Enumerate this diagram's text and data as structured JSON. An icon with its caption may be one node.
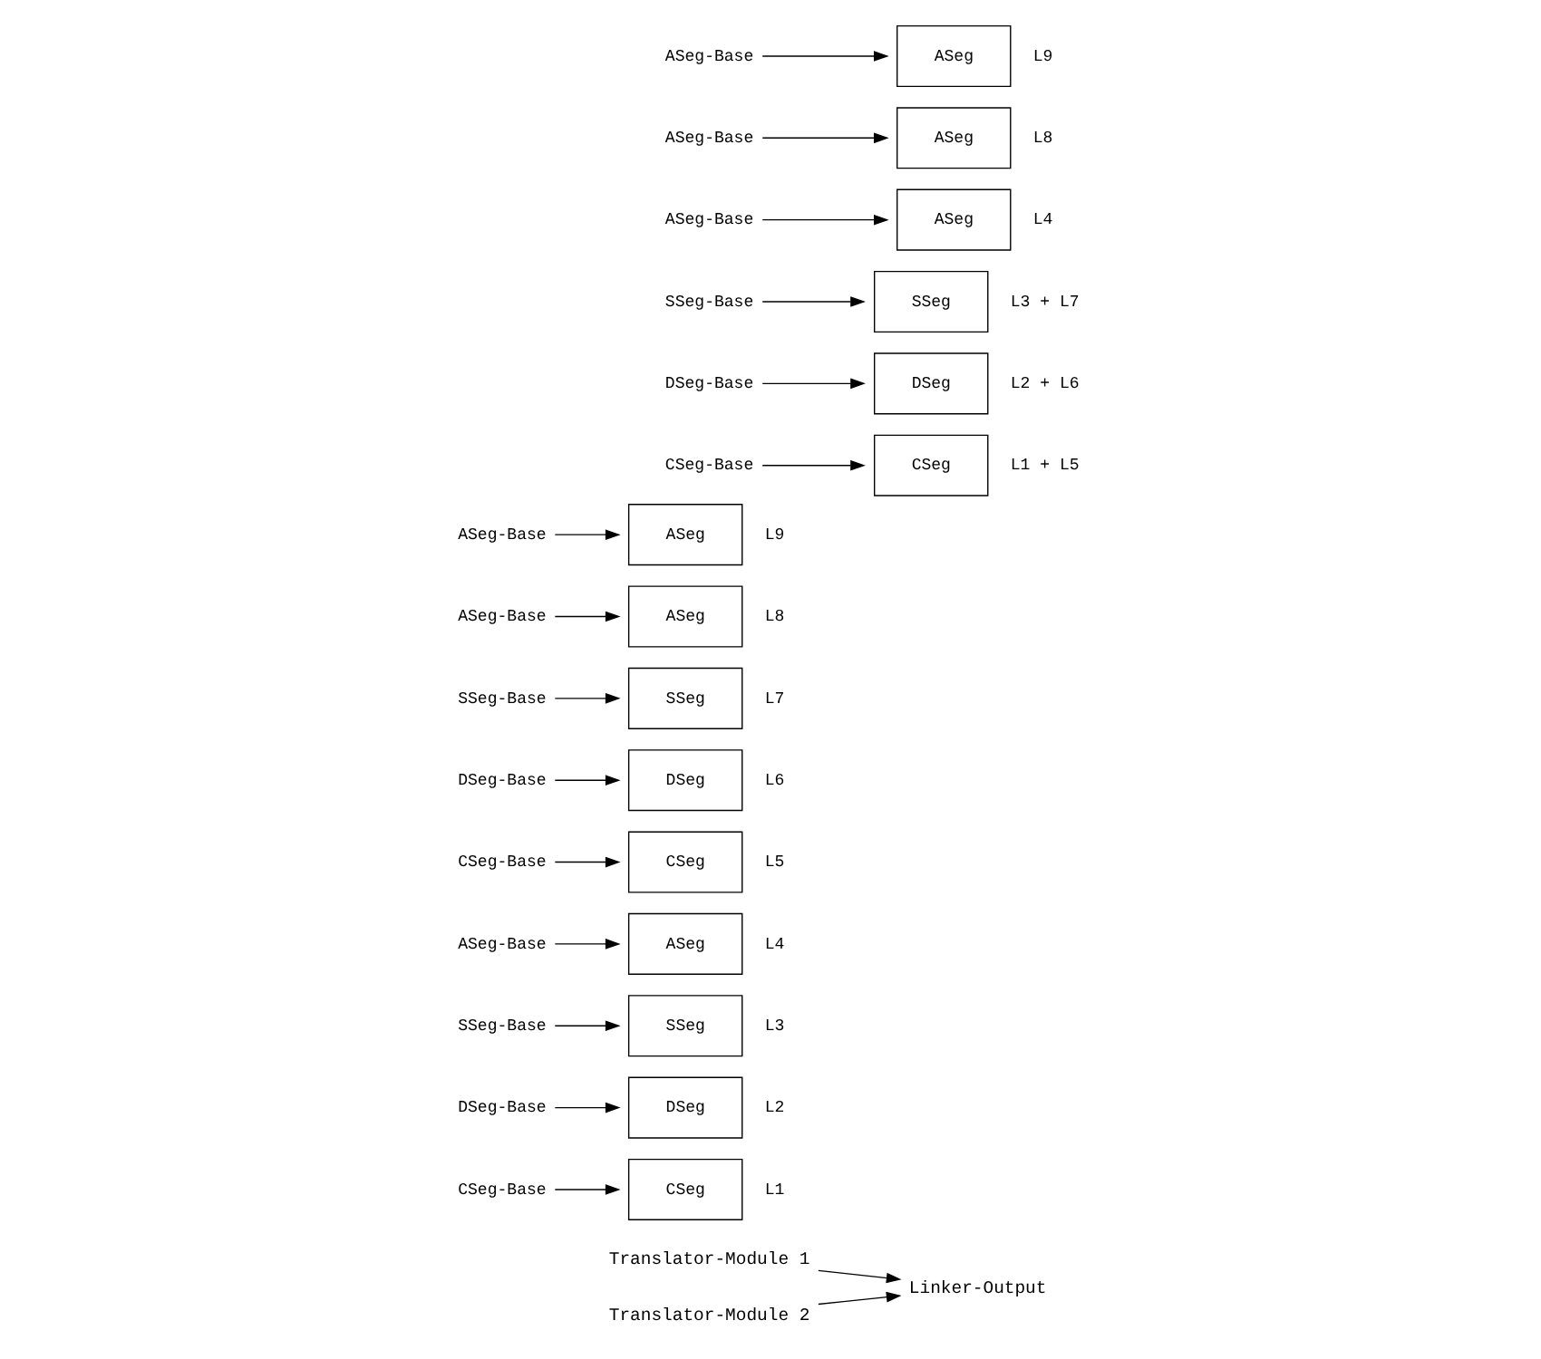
{
  "diagram": {
    "nodes": [
      {
        "text": [
          "Translator-Module 1"
        ]
      },
      {
        "text": [
          "CSeg-Base"
        ]
      },
      {
        "text": [
          "CSeg"
        ],
        "beside": [
          "L1"
        ]
      },
      {
        "text": [
          "DSeg-Base"
        ]
      },
      {
        "text": [
          "DSeg"
        ],
        "beside": [
          "L2"
        ]
      },
      {
        "text": [
          "SSeg-Base"
        ]
      },
      {
        "text": [
          "SSeg"
        ],
        "beside": [
          "L3"
        ]
      },
      {
        "text": [
          "ASeg-Base"
        ]
      },
      {
        "text": [
          "ASeg"
        ],
        "beside": [
          "L4"
        ]
      },
      {
        "text": [
          "Translator-Module 2"
        ]
      },
      {
        "text": [
          "CSeg-Base"
        ]
      },
      {
        "text": [
          "CSeg"
        ],
        "beside": [
          "L5"
        ]
      },
      {
        "text": [
          "DSeg-Base"
        ]
      },
      {
        "text": [
          "DSeg"
        ],
        "beside": [
          "L6"
        ]
      },
      {
        "text": [
          "SSeg-Base"
        ]
      },
      {
        "text": [
          "SSeg"
        ],
        "beside": [
          "L7"
        ]
      },
      {
        "text": [
          "ASeg-Base"
        ]
      },
      {
        "text": [
          "ASeg"
        ],
        "beside": [
          "L8"
        ]
      },
      {
        "text": [
          "ASeg-Base"
        ]
      },
      {
        "text": [
          "ASeg"
        ],
        "beside": [
          "L9"
        ]
      },
      {
        "text": [
          "Linker-Output"
        ]
      },
      {
        "text": [
          "CSeg-Base"
        ]
      },
      {
        "text": [
          "CSeg"
        ],
        "beside": [
          "L1 + L5"
        ]
      },
      {
        "text": [
          "DSeg-Base"
        ]
      },
      {
        "text": [
          "DSeg"
        ],
        "beside": [
          "L2 + L6"
        ]
      },
      {
        "text": [
          "SSeg-Base"
        ]
      },
      {
        "text": [
          "SSeg"
        ],
        "beside": [
          "L3 + L7"
        ]
      },
      {
        "text": [
          "ASeg-Base"
        ]
      },
      {
        "text": [
          "ASeg"
        ],
        "beside": [
          "L4"
        ]
      },
      {
        "text": [
          "ASeg-Base"
        ]
      },
      {
        "text": [
          "ASeg"
        ],
        "beside": [
          "L8"
        ]
      },
      {
        "text": [
          "ASeg-Base"
        ]
      },
      {
        "text": [
          "ASeg"
        ],
        "beside": [
          "L9"
        ]
      }
    ],
    "edges": [
      {
        "from": 1,
        "to": 2,
        "arrow": "to"
      },
      {
        "from": 3,
        "to": 4,
        "arrow": "to"
      },
      {
        "from": 5,
        "to": 6,
        "arrow": "to"
      },
      {
        "from": 7,
        "to": 8,
        "arrow": "to"
      },
      {
        "from": 10,
        "to": 11,
        "arrow": "to"
      },
      {
        "from": 12,
        "to": 13,
        "arrow": "to"
      },
      {
        "from": 14,
        "to": 15,
        "arrow": "to"
      },
      {
        "from": 16,
        "to": 17,
        "arrow": "to"
      },
      {
        "from": 18,
        "to": 19,
        "arrow": "to"
      },
      {
        "from": 21,
        "to": 22,
        "arrow": "to"
      },
      {
        "from": 23,
        "to": 24,
        "arrow": "to"
      },
      {
        "from": 25,
        "to": 26,
        "arrow": "to"
      },
      {
        "from": 27,
        "to": 28,
        "arrow": "to"
      },
      {
        "from": 29,
        "to": 30,
        "arrow": "to"
      },
      {
        "from": 31,
        "to": 32,
        "arrow": "to"
      },
      {
        "from": 0,
        "to": 20,
        "arrow": "to"
      },
      {
        "from": 9,
        "to": 20,
        "arrow": "to"
      }
    ]
  }
}
